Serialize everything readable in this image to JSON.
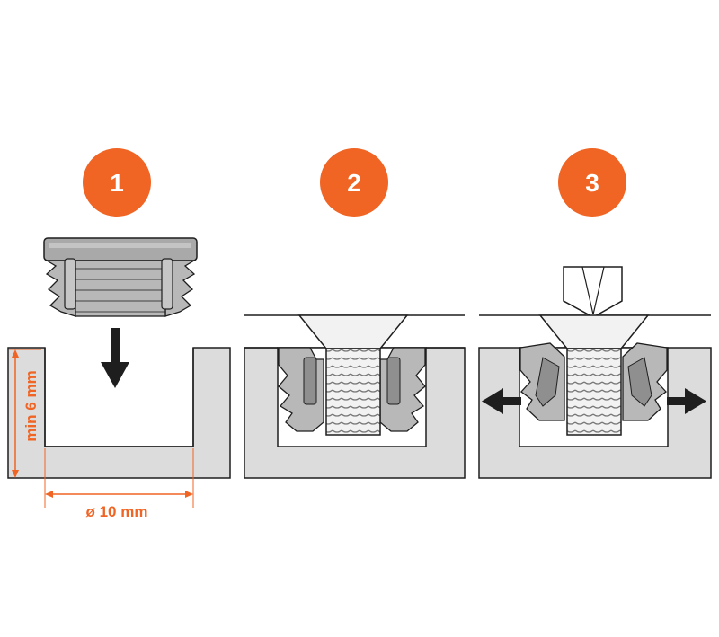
{
  "steps": [
    {
      "number": "1"
    },
    {
      "number": "2"
    },
    {
      "number": "3"
    }
  ],
  "dimensions": {
    "depth_label": "min 6 mm",
    "diameter_label": "ø 10 mm"
  },
  "colors": {
    "accent": "#f06424",
    "panel": "#dcdcdc",
    "outline": "#1e1e1e",
    "insert": "#b8b8b8",
    "insert_dark": "#8f8f8f",
    "screw": "#f2f2f2"
  }
}
